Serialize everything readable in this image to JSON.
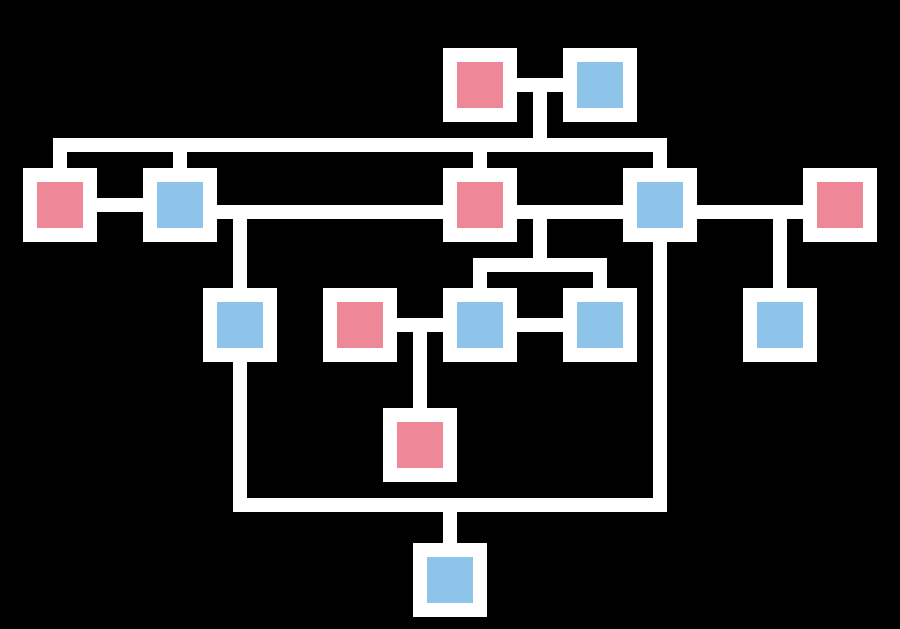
{
  "diagram": {
    "background": "#000000",
    "line_color": "#FFFFFF",
    "node_frame_color": "#FFFFFF",
    "colors": {
      "pink": "#EE8899",
      "blue": "#8EC3EA"
    },
    "nodes": [
      {
        "id": "n1",
        "color": "pink"
      },
      {
        "id": "n2",
        "color": "blue"
      },
      {
        "id": "n3",
        "color": "pink"
      },
      {
        "id": "n4",
        "color": "blue"
      },
      {
        "id": "n5",
        "color": "pink"
      },
      {
        "id": "n6",
        "color": "blue"
      },
      {
        "id": "n7",
        "color": "pink"
      },
      {
        "id": "n8",
        "color": "blue"
      },
      {
        "id": "n9",
        "color": "pink"
      },
      {
        "id": "n10",
        "color": "blue"
      },
      {
        "id": "n11",
        "color": "blue"
      },
      {
        "id": "n12",
        "color": "blue"
      },
      {
        "id": "n13",
        "color": "pink"
      },
      {
        "id": "n14",
        "color": "blue"
      }
    ]
  }
}
